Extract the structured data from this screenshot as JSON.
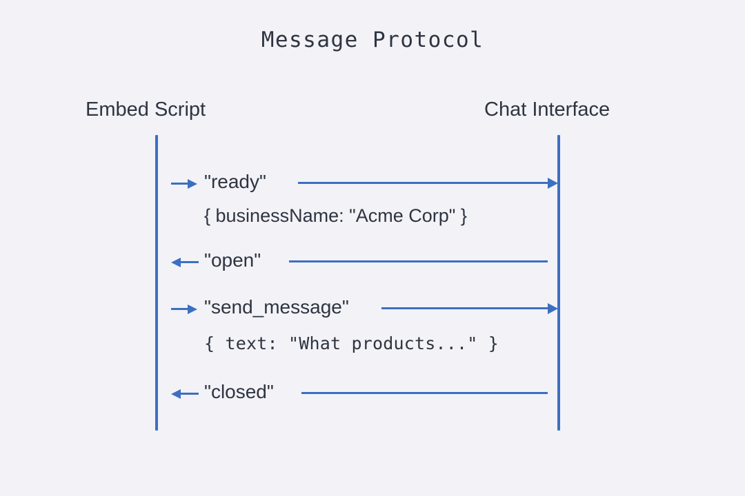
{
  "diagram": {
    "title": "Message Protocol",
    "type": "sequence-diagram",
    "background_color": "#f2f2f7",
    "line_color": "#3c6fc0",
    "text_color": "#2e3440",
    "participants": [
      {
        "id": "embed-script",
        "label": "Embed Script",
        "side": "left"
      },
      {
        "id": "chat-interface",
        "label": "Chat Interface",
        "side": "right"
      }
    ],
    "messages": [
      {
        "index": 1,
        "name": "\"ready\"",
        "direction": "right",
        "from": "embed-script",
        "to": "chat-interface",
        "has_arrowhead": true,
        "payload": "{ businessName: \"Acme Corp\" }",
        "payload_font": "sans"
      },
      {
        "index": 2,
        "name": "\"open\"",
        "direction": "left",
        "from": "chat-interface",
        "to": "embed-script",
        "has_arrowhead": false,
        "payload": null,
        "payload_font": null
      },
      {
        "index": 3,
        "name": "\"send_message\"",
        "direction": "right",
        "from": "embed-script",
        "to": "chat-interface",
        "has_arrowhead": true,
        "payload": "{ text: \"What products...\" }",
        "payload_font": "mono"
      },
      {
        "index": 4,
        "name": "\"closed\"",
        "direction": "left",
        "from": "chat-interface",
        "to": "embed-script",
        "has_arrowhead": false,
        "payload": null,
        "payload_font": null
      }
    ]
  }
}
